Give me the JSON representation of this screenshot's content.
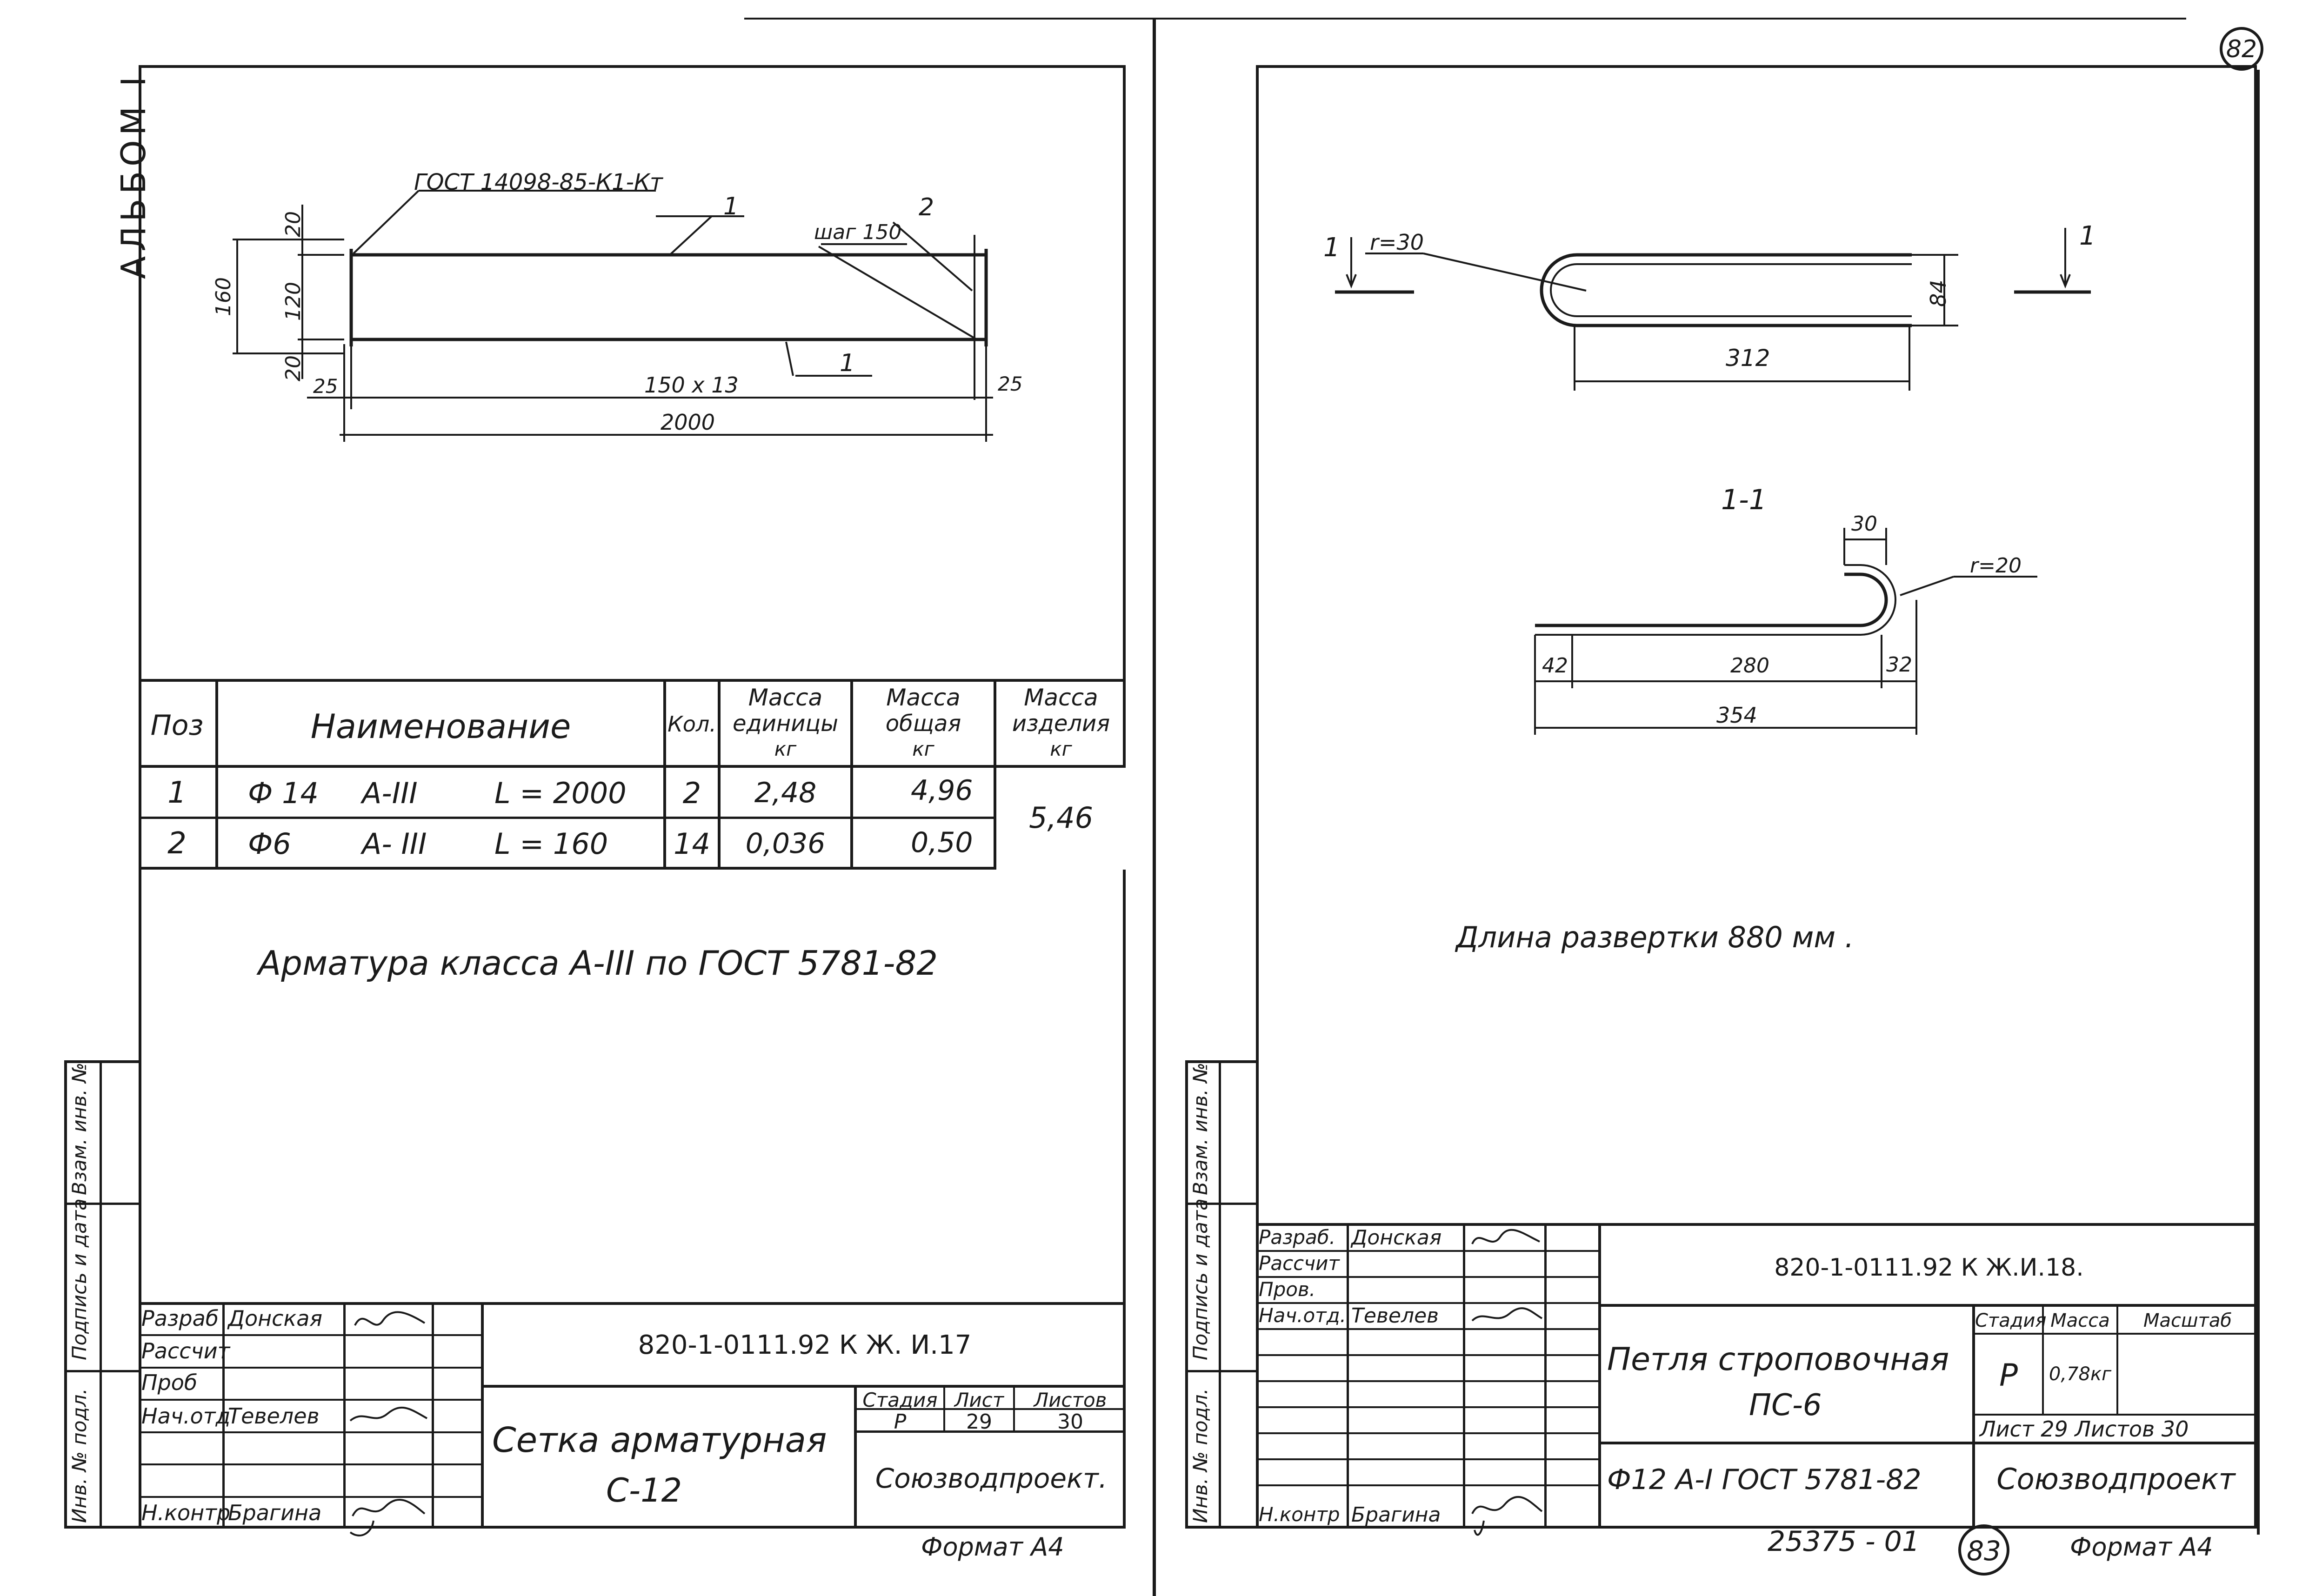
{
  "album_label": "АЛЬБОМ I",
  "page_number_top": "82",
  "page_number_bottom": "83",
  "archive_number": "25375 - 01",
  "format_label": "Формат А4",
  "left_sheet": {
    "drawing": {
      "gost_callout": "ГОСТ 14098-85-К1-Кт",
      "pos1_top": "1",
      "pos1_bottom": "1",
      "pos2": "2",
      "step_label": "шаг 150",
      "dim_20_top": "20",
      "dim_120": "120",
      "dim_160": "160",
      "dim_20_bottom": "20",
      "dim_25_left": "25",
      "dim_25_right": "25",
      "dim_150x13": "150 х 13",
      "dim_2000": "2000"
    },
    "spec_table": {
      "headers": {
        "pos": "Поз",
        "name": "Наименование",
        "qty": "Кол.",
        "unit_mass": [
          "Масса",
          "единицы",
          "кг"
        ],
        "total_mass": [
          "Масса",
          "общая",
          "кг"
        ],
        "item_mass": [
          "Масса",
          "изделия",
          "кг"
        ]
      },
      "rows": [
        {
          "pos": "1",
          "dia": "Ф 14",
          "cls": "А-III",
          "len": "L = 2000",
          "qty": "2",
          "unit": "2,48",
          "total": "4,96"
        },
        {
          "pos": "2",
          "dia": "Ф6",
          "cls": "А- III",
          "len": "L = 160",
          "qty": "14",
          "unit": "0,036",
          "total": "0,50"
        }
      ],
      "item_mass": "5,46"
    },
    "note": "Арматура класса А-III по ГОСТ 5781-82",
    "side_stamp": [
      "Инв. № подл.",
      "Подпись и дата",
      "Взам. инв. №"
    ],
    "title_block": {
      "roles": [
        "Разраб",
        "Рассчит",
        "Проб",
        "Нач.отд",
        "",
        "",
        "Н.контр"
      ],
      "names": [
        "Донская",
        "",
        "",
        "Тевелев",
        "",
        "",
        "Брагина"
      ],
      "doc_code": "820-1-0111.92   К Ж. И.17",
      "title_line1": "Сетка   арматурная",
      "title_line2": "С-12",
      "stage_hdr": "Стадия",
      "sheet_hdr": "Лист",
      "sheets_hdr": "Листов",
      "stage": "Р",
      "sheet": "29",
      "sheets": "30",
      "org": "Союзводпроект."
    }
  },
  "right_sheet": {
    "drawing": {
      "sec_mark_left": "1",
      "sec_mark_right": "1",
      "radius_30": "r=30",
      "dim_84": "84",
      "dim_312": "312",
      "section_label": "1-1",
      "dim_30": "30",
      "radius_20": "r=20",
      "dim_42": "42",
      "dim_280": "280",
      "dim_32": "32",
      "dim_354": "354"
    },
    "note": "Длина развертки  880 мм .",
    "side_stamp": [
      "Инв. № подл.",
      "Подпись и дата",
      "Взам. инв. №"
    ],
    "title_block": {
      "roles": [
        "Разраб.",
        "Рассчит",
        "Пров.",
        "Нач.отд.",
        "",
        "",
        "",
        "",
        "Н.контр"
      ],
      "names": [
        "Донская",
        "",
        "",
        "Тевелев",
        "",
        "",
        "",
        "",
        "Брагина"
      ],
      "doc_code": "820-1-0111.92  К Ж.И.18.",
      "title_line1": "Петля  строповочная",
      "title_line2": "ПС-6",
      "stage_hdr": "Стадия",
      "mass_hdr": "Масса",
      "scale_hdr": "Масштаб",
      "stage": "Р",
      "mass": "0,78кг",
      "sheet_info": "Лист 29   Листов 30",
      "material": "Ф12  А-I  ГОСТ 5781-82",
      "org": "Союзводпроект"
    }
  }
}
